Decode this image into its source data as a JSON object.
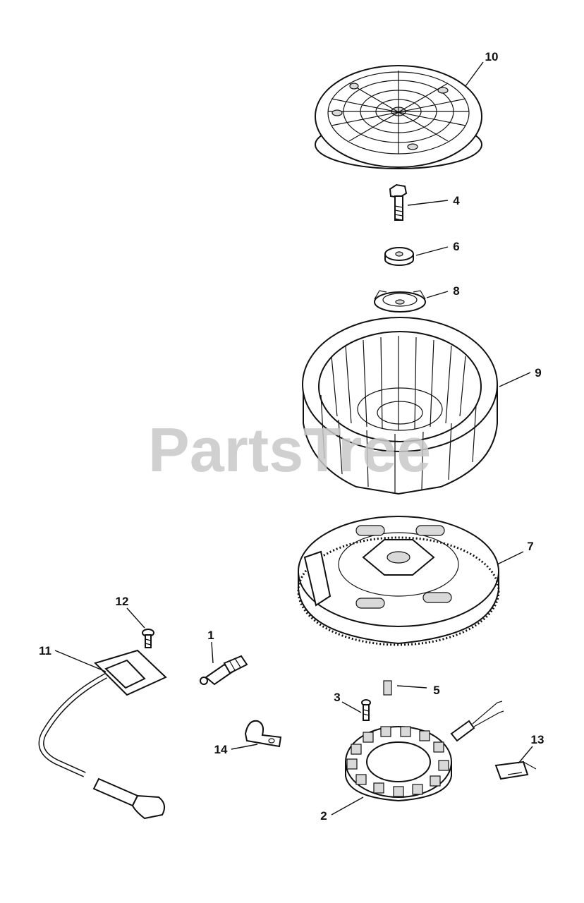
{
  "watermark": "PartsTree",
  "callouts": [
    {
      "id": "10",
      "label": "10"
    },
    {
      "id": "4",
      "label": "4"
    },
    {
      "id": "6",
      "label": "6"
    },
    {
      "id": "8",
      "label": "8"
    },
    {
      "id": "9",
      "label": "9"
    },
    {
      "id": "7",
      "label": "7"
    },
    {
      "id": "12",
      "label": "12"
    },
    {
      "id": "1",
      "label": "1"
    },
    {
      "id": "11",
      "label": "11"
    },
    {
      "id": "5",
      "label": "5"
    },
    {
      "id": "3",
      "label": "3"
    },
    {
      "id": "14",
      "label": "14"
    },
    {
      "id": "13",
      "label": "13"
    },
    {
      "id": "2",
      "label": "2"
    }
  ]
}
